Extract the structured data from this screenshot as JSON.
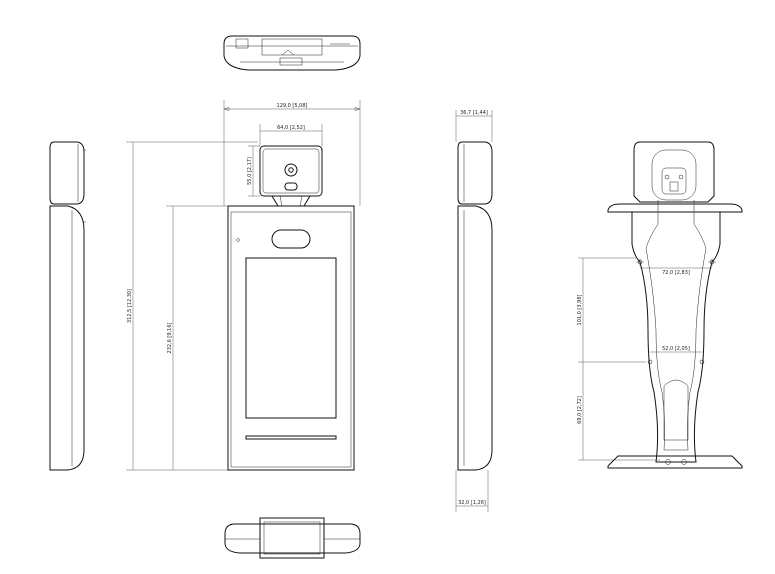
{
  "drawing": {
    "views": [
      "top-view",
      "left-side-view",
      "front-view",
      "right-side-view",
      "rear-view",
      "bottom-view"
    ],
    "dimensions": {
      "overall_width": "129,0 [5,08]",
      "camera_width": "64,0 [2,52]",
      "camera_height": "55,0 [2,17]",
      "overall_height": "312,5 [12,30]",
      "body_height": "232,6 [9,16]",
      "top_depth": "36,7 [1,44]",
      "bottom_depth": "32,0 [1,26]",
      "bracket_upper_width": "72,0 [2,83]",
      "bracket_lower_width": "52,0 [2,05]",
      "mount_spacing": "101,0 [3,98]",
      "mount_lower": "69,0 [2,72]"
    }
  }
}
